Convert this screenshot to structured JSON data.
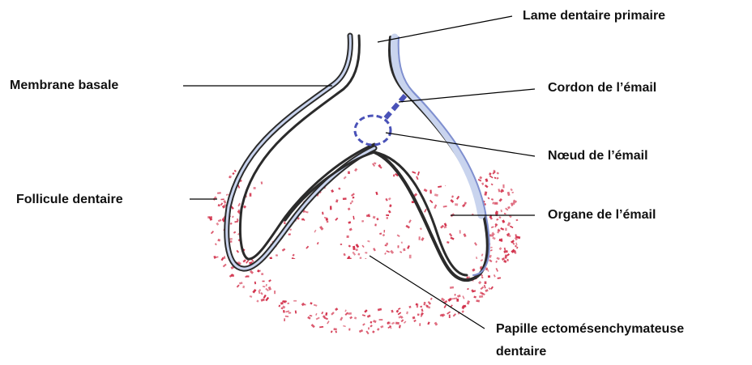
{
  "labels": {
    "lame_dentaire_primaire": "Lame dentaire primaire",
    "membrane_basale": "Membrane basale",
    "cordon_email": "Cordon de l’émail",
    "noeud_email": "Nœud de l’émail",
    "follicule_dentaire": "Follicule dentaire",
    "organe_email": "Organe de l’émail",
    "papille_line1": "Papille ectomésenchymateuse",
    "papille_line2": "dentaire"
  },
  "colors": {
    "outline": "#2b2b2b",
    "epithelium_fill": "#c9d4ee",
    "epithelium_edge": "#7f8fcf",
    "cord": "#4a52b8",
    "dots": "#d2304a",
    "leader": "#000000"
  }
}
